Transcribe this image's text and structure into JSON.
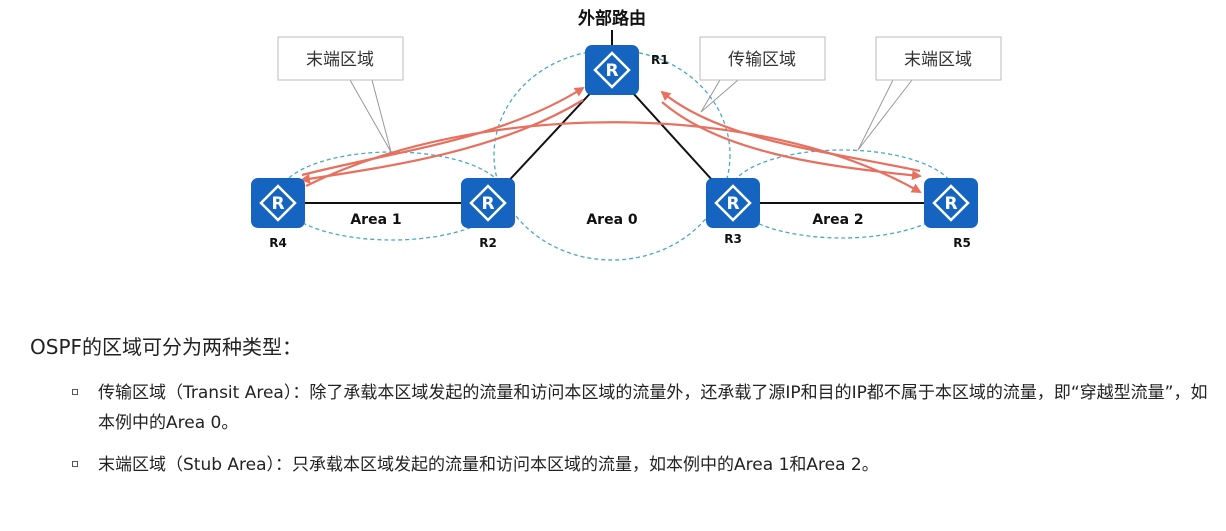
{
  "diagram": {
    "external_route_label": "外部路由",
    "callouts": {
      "stub_left": "末端区域",
      "transit": "传输区域",
      "stub_right": "末端区域"
    },
    "routers": {
      "r1": "R1",
      "r2": "R2",
      "r3": "R3",
      "r4": "R4",
      "r5": "R5"
    },
    "areas": {
      "area1": "Area 1",
      "area0": "Area 0",
      "area2": "Area 2"
    },
    "colors": {
      "router_fill": "#1565c0",
      "area_dash": "#4aa8c8",
      "traffic_arrow": "#e8705f",
      "link": "#111111"
    }
  },
  "text": {
    "heading": "OSPF的区域可分为两种类型：",
    "bullets": [
      "传输区域（Transit Area）：除了承载本区域发起的流量和访问本区域的流量外，还承载了源IP和目的IP都不属于本区域的流量，即“穿越型流量”，如本例中的Area 0。",
      "末端区域（Stub Area）：只承载本区域发起的流量和访问本区域的流量，如本例中的Area 1和Area 2。"
    ]
  }
}
